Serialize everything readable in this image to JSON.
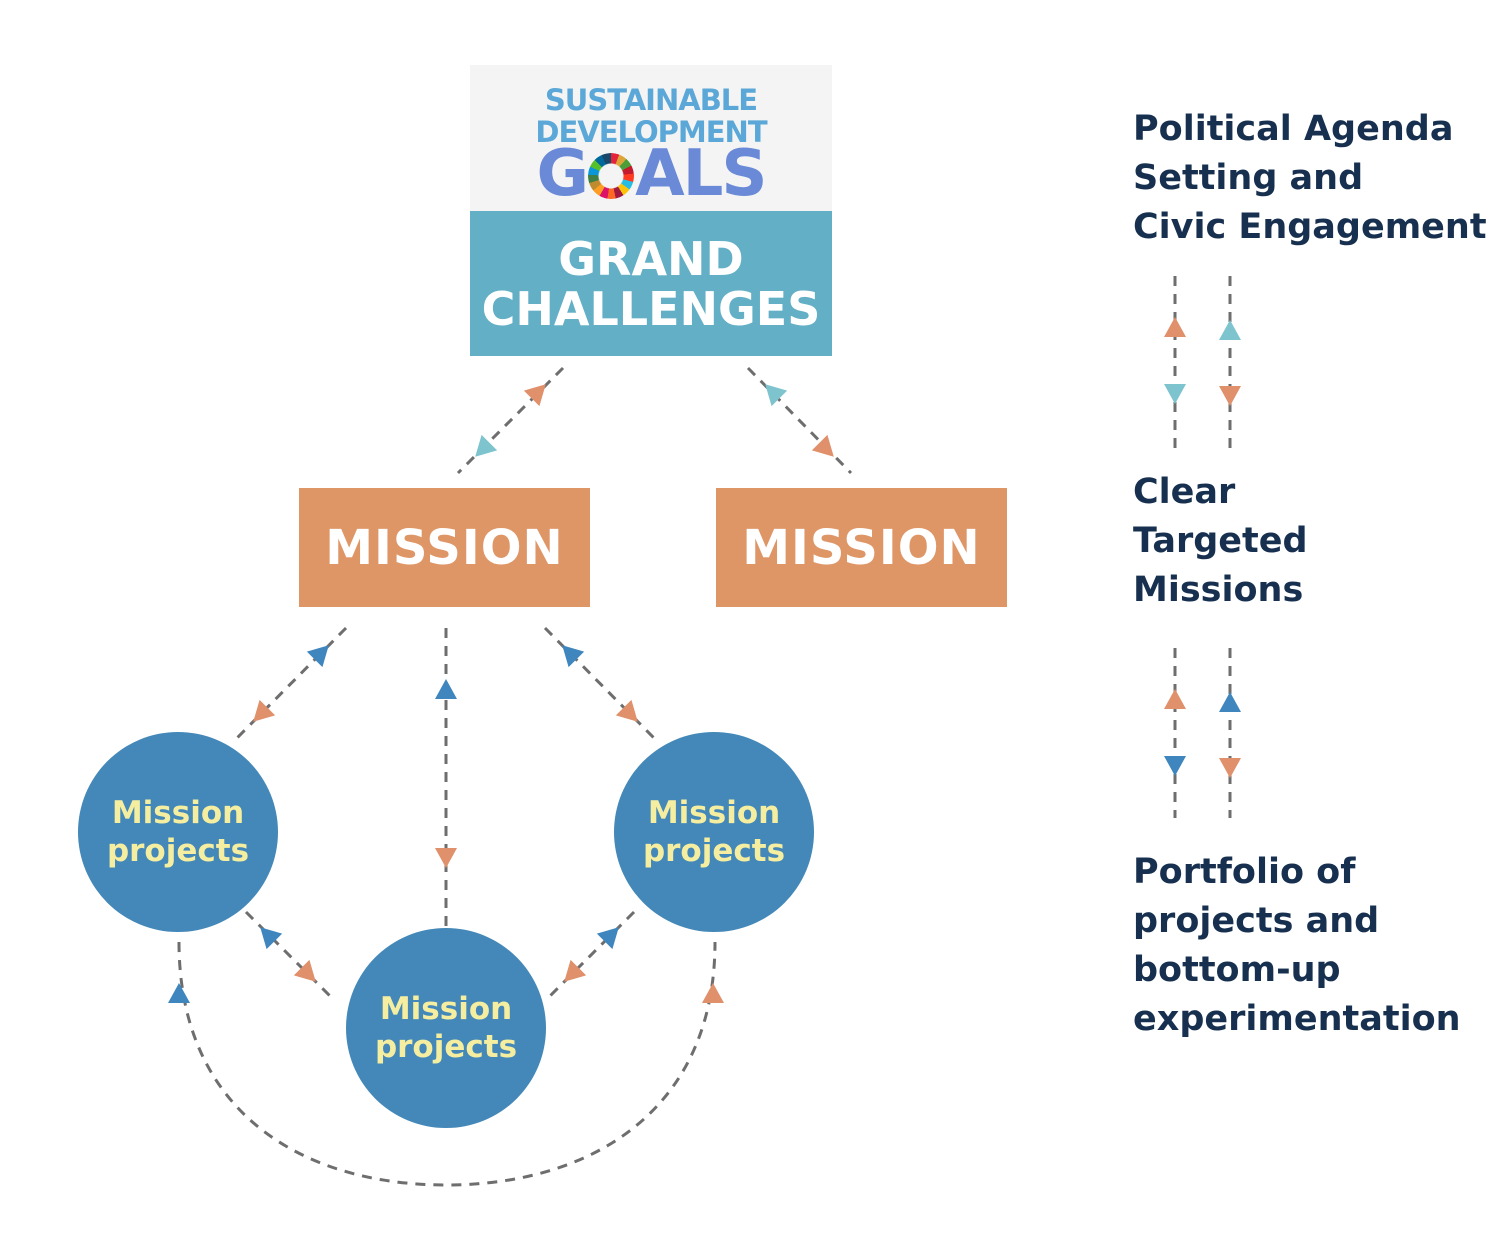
{
  "sdg": {
    "line1": "SUSTAINABLE",
    "line2": "DEVELOPMENT",
    "goals_g": "G",
    "goals_rest": "ALS"
  },
  "grand_challenges": {
    "line1": "GRAND",
    "line2": "CHALLENGES"
  },
  "missions": [
    {
      "label": "MISSION"
    },
    {
      "label": "MISSION"
    }
  ],
  "projects": [
    {
      "line1": "Mission",
      "line2": "projects"
    },
    {
      "line1": "Mission",
      "line2": "projects"
    },
    {
      "line1": "Mission",
      "line2": "projects"
    }
  ],
  "legend": {
    "top": [
      "Political Agenda",
      "Setting and",
      "Civic Engagement"
    ],
    "middle": [
      "Clear",
      "Targeted",
      "Missions"
    ],
    "bottom": [
      "Portfolio of",
      "projects and",
      "bottom-up",
      "experimentation"
    ]
  },
  "colors": {
    "teal": "#63afc5",
    "orange": "#df9667",
    "blue": "#4388b8",
    "arrow_teal": "#7ec4cf",
    "arrow_orange": "#e0906a",
    "arrow_blue": "#3e86bd",
    "text_dark": "#17304f",
    "project_text": "#f5eea0",
    "dash": "#6e6e6e"
  }
}
